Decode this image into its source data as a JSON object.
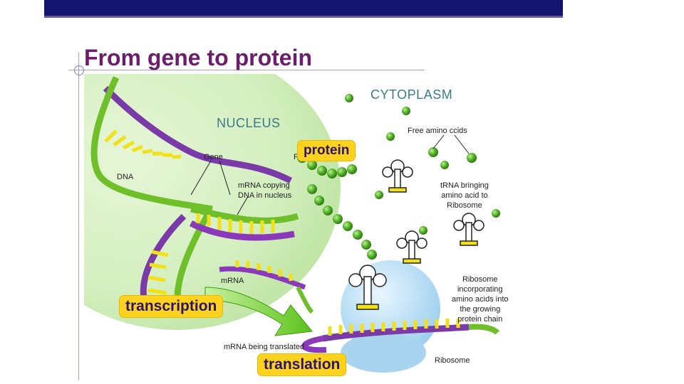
{
  "slide": {
    "title": "From gene to protein"
  },
  "diagram": {
    "regions": {
      "nucleus": "NUCLEUS",
      "cytoplasm": "CYTOPLASM"
    },
    "labels": {
      "dna": "DNA",
      "gene": "Gene",
      "mrna_copying": [
        "mRNA copying",
        "DNA in nucleus"
      ],
      "mrna": "mRNA",
      "mrna_translated": "mRNA being translated",
      "free_amino": "Free amino ccids",
      "trna": [
        "tRNA bringing",
        "amino acid to",
        "Ribosome"
      ],
      "ribosome_incorp": [
        "Ribosome",
        "incorporating",
        "amino acids into",
        "the growing",
        "protein chain"
      ],
      "ribosome": "Ribosome",
      "cut_letter": "P"
    },
    "process_tags": {
      "protein": "protein",
      "transcription": "transcription",
      "translation": "translation"
    },
    "colors": {
      "nucleus_fill": "#d9f0c8",
      "dna_purple": "#7a3aa8",
      "dna_green": "#6fbf2a",
      "base_yellow": "#f2e018",
      "amino_green": "#5cb82e",
      "ribosome_blue": "#bfe3f7",
      "tag_yellow": "#ffd21e",
      "title_purple": "#6b1e6b"
    }
  }
}
